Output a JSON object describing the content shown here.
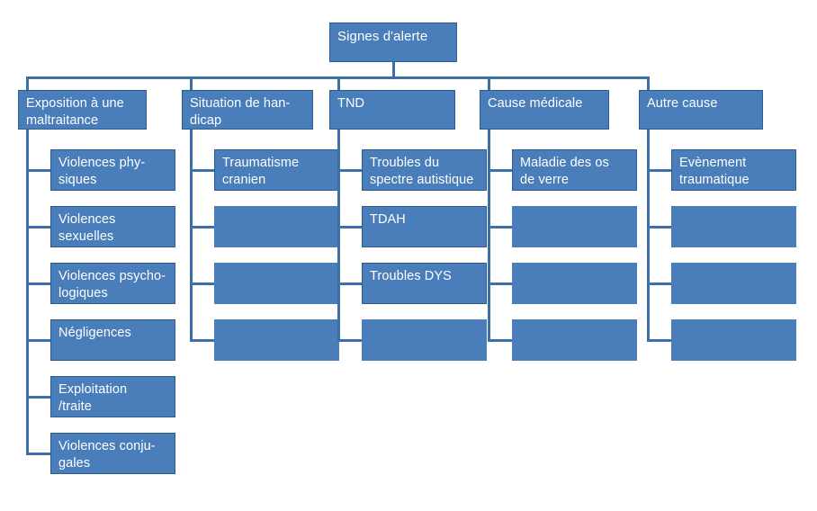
{
  "diagram": {
    "title": "Signes d'alerte",
    "type": "organizational-tree",
    "colors": {
      "node_fill": "#4a7ebb",
      "node_border": "#2f5c8f",
      "connector": "#3d6fa8",
      "text": "#ffffff",
      "background": "#ffffff"
    },
    "root": {
      "label": "Signes d'alerte"
    },
    "branches": [
      {
        "label": "Exposition à une maltraitance",
        "children": [
          {
            "label": "Violences phy-\nsiques"
          },
          {
            "label": "Violences\nsexuelles"
          },
          {
            "label": "Violences psycho-\nlogiques"
          },
          {
            "label": "Négligences"
          },
          {
            "label": "Exploitation\n/traite"
          },
          {
            "label": "Violences conju-\ngales"
          }
        ]
      },
      {
        "label": "Situation de han-\ndicap",
        "children": [
          {
            "label": "Traumatisme\ncranien"
          },
          {
            "label": ""
          },
          {
            "label": ""
          },
          {
            "label": ""
          }
        ]
      },
      {
        "label": "TND",
        "children": [
          {
            "label": "Troubles du\nspectre autistique"
          },
          {
            "label": "TDAH"
          },
          {
            "label": "Troubles DYS"
          },
          {
            "label": ""
          }
        ]
      },
      {
        "label": "Cause médicale",
        "children": [
          {
            "label": "Maladie des os\nde verre"
          },
          {
            "label": ""
          },
          {
            "label": ""
          },
          {
            "label": ""
          }
        ]
      },
      {
        "label": "Autre cause",
        "children": [
          {
            "label": "Evènement\ntraumatique"
          },
          {
            "label": ""
          },
          {
            "label": ""
          },
          {
            "label": ""
          }
        ]
      }
    ]
  }
}
